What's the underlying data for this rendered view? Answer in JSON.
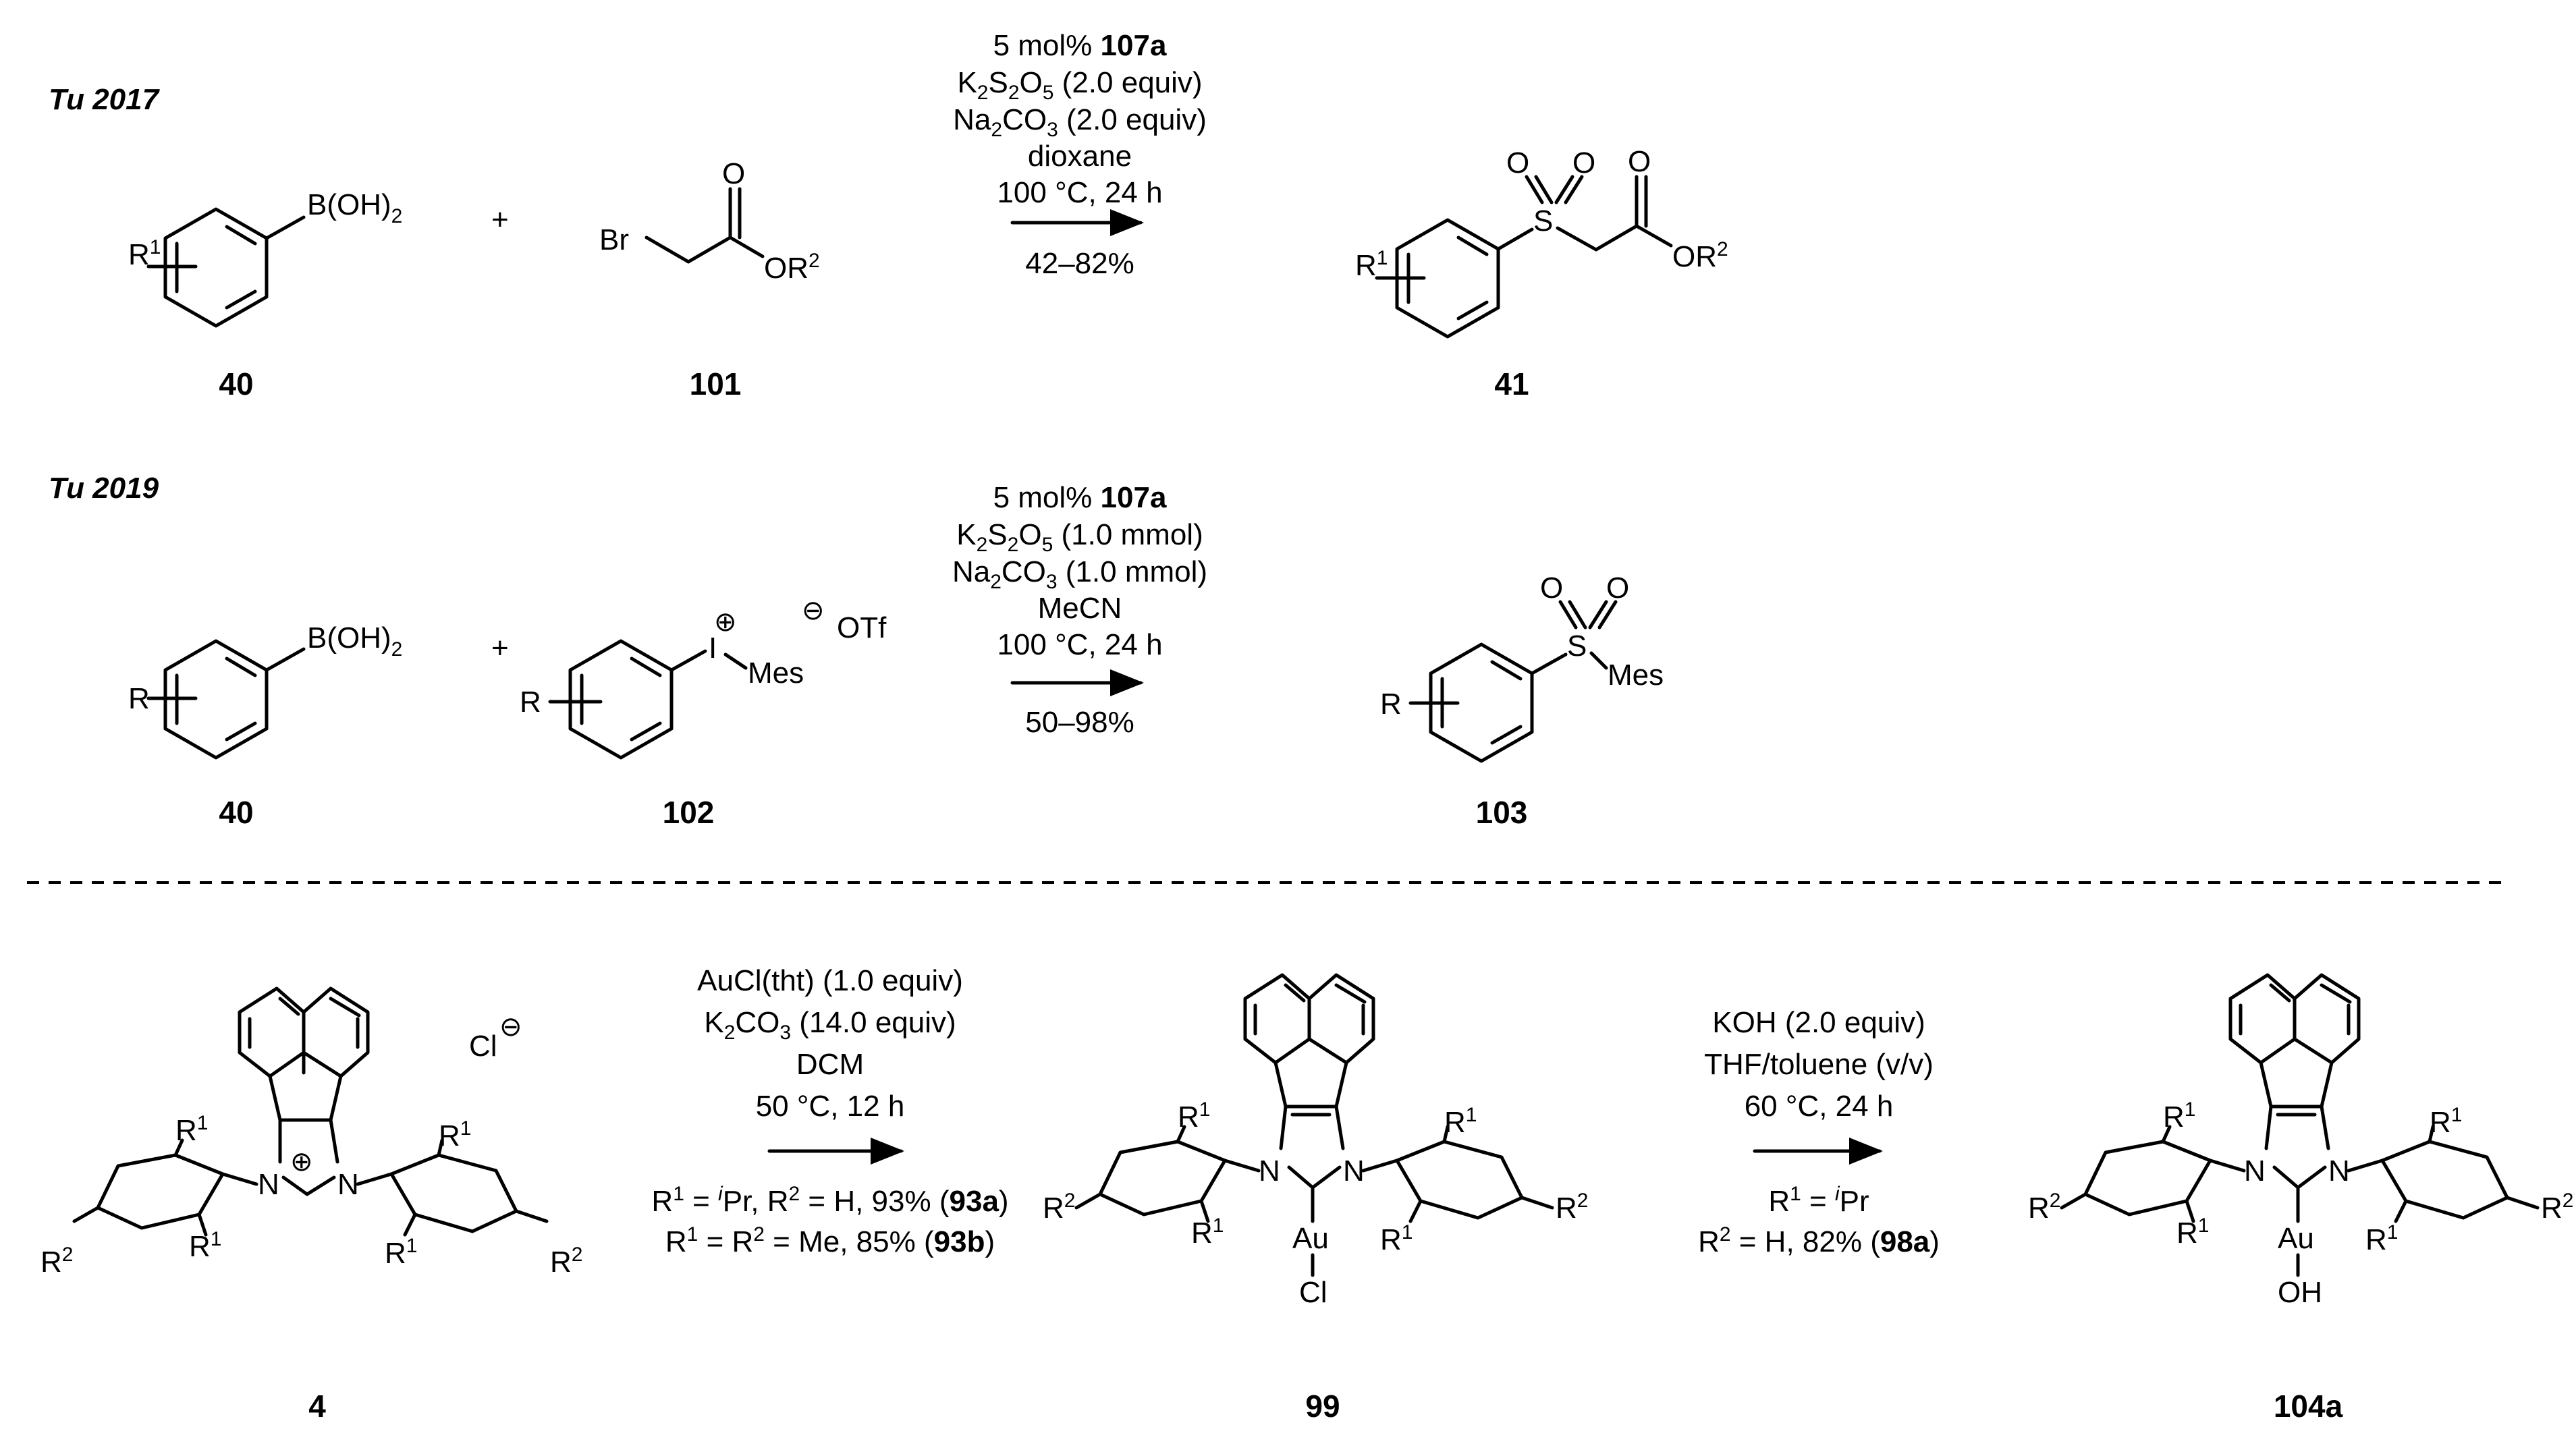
{
  "headings": {
    "tu2017": "Tu 2017",
    "tu2019": "Tu 2019"
  },
  "reaction1": {
    "conditions": [
      "5 mol% ",
      "107a",
      "K",
      "2",
      "S",
      "2",
      "O",
      "5",
      " (2.0 equiv)",
      "Na",
      "2",
      "CO",
      "3",
      " (2.0 equiv)",
      "dioxane",
      "100 °C, 24 h"
    ],
    "yield": "42–82%",
    "compounds": {
      "c40": "40",
      "c101": "101",
      "c41": "41"
    },
    "labels": {
      "boh2": "B(OH)",
      "boh2_sub": "2",
      "r1": "R",
      "r1_sup": "1",
      "br": "Br",
      "o": "O",
      "or": "OR",
      "r2_sup": "2",
      "s": "S",
      "plus": "+"
    }
  },
  "reaction2": {
    "conditions": [
      "5 mol% ",
      "107a",
      "K",
      "2",
      "S",
      "2",
      "O",
      "5",
      " (1.0 mmol)",
      "Na",
      "2",
      "CO",
      "3",
      " (1.0 mmol)",
      "MeCN",
      "100 °C, 24 h"
    ],
    "yield": "50–98%",
    "compounds": {
      "c40": "40",
      "c102": "102",
      "c103": "103"
    },
    "labels": {
      "boh2": "B(OH)",
      "boh2_sub": "2",
      "r": "R",
      "i": "I",
      "mes": "Mes",
      "otf": "OTf",
      "plus_charge": "⊕",
      "minus_charge": "⊖",
      "plus": "+",
      "s": "S",
      "o": "O"
    }
  },
  "reaction3": {
    "step1_conditions": [
      "AuCl(tht) (1.0 equiv)",
      "K",
      "2",
      "CO",
      "3",
      " (14.0 equiv)",
      "DCM",
      "50 °C, 12 h"
    ],
    "step1_results": {
      "line1": [
        "R",
        "1",
        " = ",
        "i",
        "Pr, R",
        "2",
        " = H, 93% (",
        "93a",
        ")"
      ],
      "line2": [
        "R",
        "1",
        " = R",
        "2",
        " = Me, 85% (",
        "93b",
        ")"
      ]
    },
    "step2_conditions": [
      "KOH (2.0 equiv)",
      "THF/toluene (v/v)",
      "60 °C, 24 h"
    ],
    "step2_results": {
      "line1": [
        "R",
        "1",
        " = ",
        "i",
        "Pr"
      ],
      "line2": [
        "R",
        "2",
        " = H, 82% (",
        "98a",
        ")"
      ]
    },
    "compounds": {
      "c4": "4",
      "c99": "99",
      "c104a": "104a"
    },
    "labels": {
      "cl_minus": "Cl",
      "n": "N",
      "au": "Au",
      "cl": "Cl",
      "oh": "OH",
      "r1": "R",
      "r2": "R",
      "sup1": "1",
      "sup2": "2"
    }
  }
}
